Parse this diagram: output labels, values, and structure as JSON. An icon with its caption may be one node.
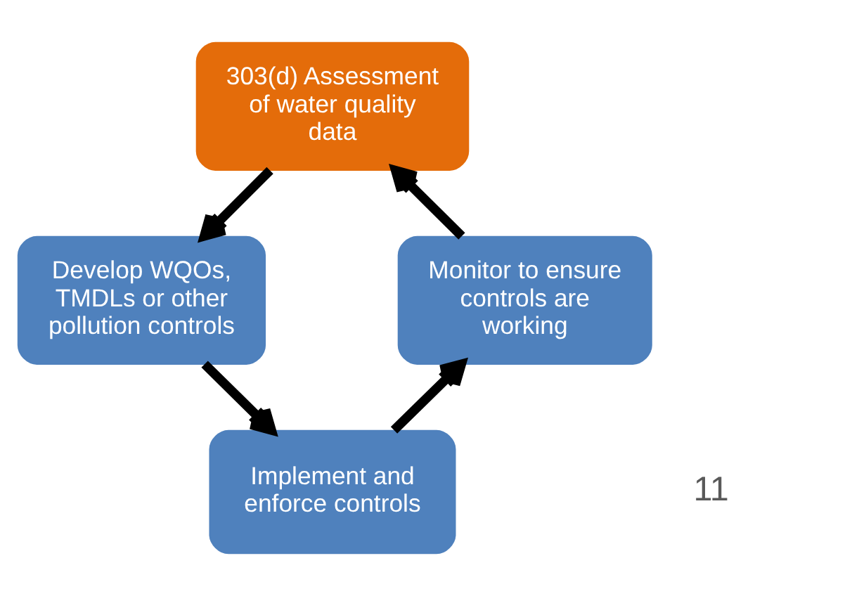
{
  "diagram": {
    "nodes": [
      {
        "text": [
          "303(d) Assessment of water quality data"
        ]
      },
      {
        "text": [
          "Develop WQOs, TMDLs or other pollution controls"
        ]
      },
      {
        "text": [
          "Implement and enforce controls"
        ]
      },
      {
        "text": [
          "Monitor to ensure controls are working"
        ]
      }
    ],
    "edges": [
      {
        "from": 0,
        "to": 1,
        "arrow": "to"
      },
      {
        "from": 1,
        "to": 2,
        "arrow": "to"
      },
      {
        "from": 2,
        "to": 3,
        "arrow": "to"
      },
      {
        "from": 3,
        "to": 0,
        "arrow": "to"
      }
    ],
    "labels": [
      "11"
    ]
  }
}
